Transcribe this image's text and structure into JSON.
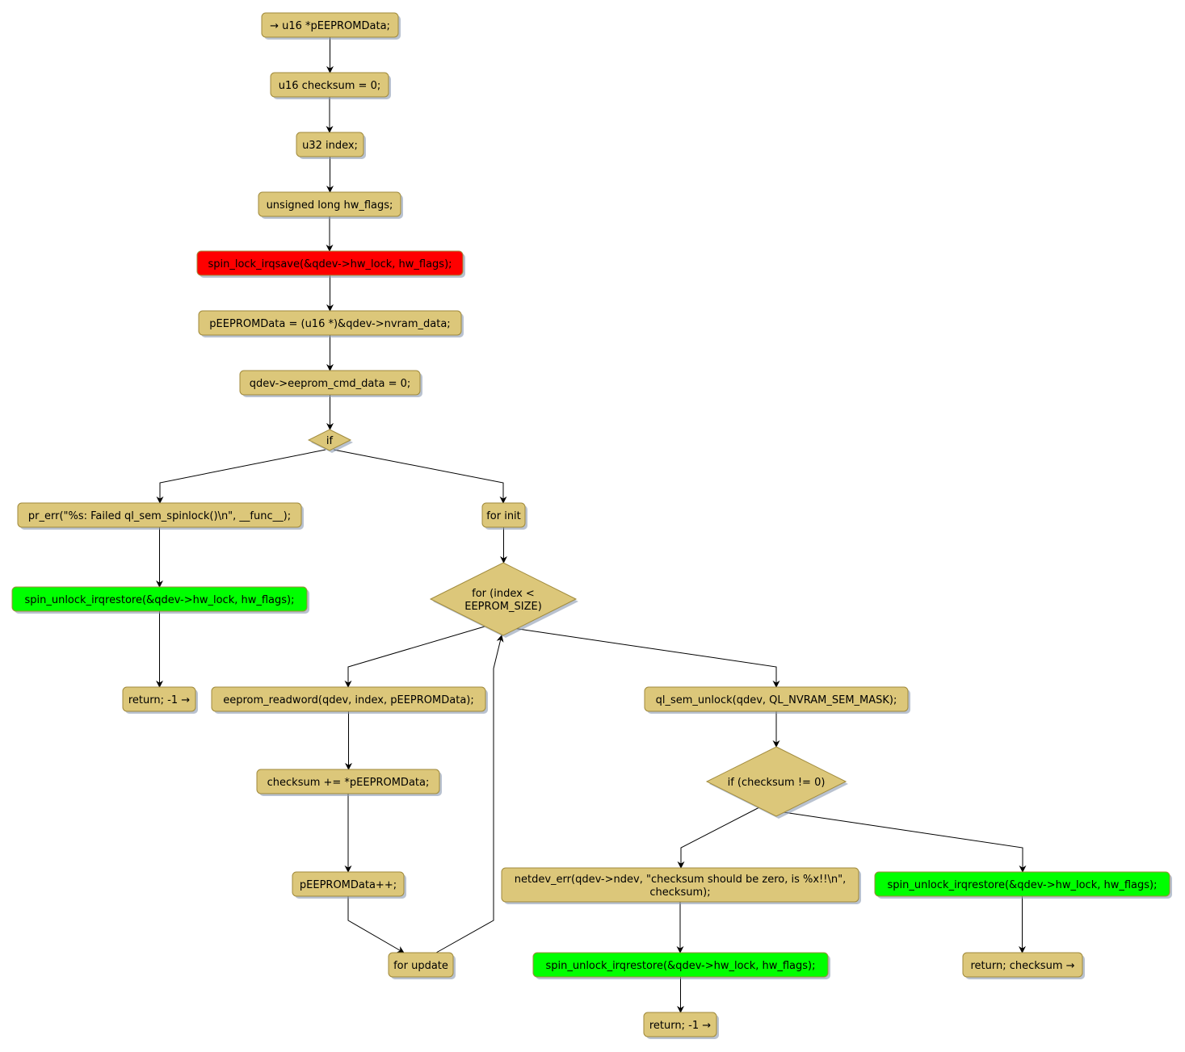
{
  "colors": {
    "default": "#dcc77a",
    "lock": "#ff0000",
    "unlock": "#00ff00"
  },
  "nodes": [
    {
      "id": "n1",
      "kind": "action",
      "text": [
        "→ u16 *pEEPROMData;"
      ]
    },
    {
      "id": "n2",
      "kind": "action",
      "text": [
        "u16 checksum = 0;"
      ]
    },
    {
      "id": "n3",
      "kind": "action",
      "text": [
        "u32 index;"
      ]
    },
    {
      "id": "n4",
      "kind": "action",
      "text": [
        "unsigned long hw_flags;"
      ]
    },
    {
      "id": "n5",
      "kind": "action",
      "color": "lock",
      "text": [
        "spin_lock_irqsave(&qdev->hw_lock, hw_flags);"
      ]
    },
    {
      "id": "n6",
      "kind": "action",
      "text": [
        "pEEPROMData = (u16 *)&qdev->nvram_data;"
      ]
    },
    {
      "id": "n7",
      "kind": "action",
      "text": [
        "qdev->eeprom_cmd_data = 0;"
      ]
    },
    {
      "id": "d1",
      "kind": "decision",
      "text": [
        "if"
      ]
    },
    {
      "id": "n8",
      "kind": "action",
      "text": [
        "pr_err(\"%s: Failed ql_sem_spinlock()\\n\", __func__);"
      ]
    },
    {
      "id": "n9",
      "kind": "action",
      "text": [
        "for init"
      ]
    },
    {
      "id": "n10",
      "kind": "action",
      "color": "unlock",
      "text": [
        "spin_unlock_irqrestore(&qdev->hw_lock, hw_flags);"
      ]
    },
    {
      "id": "d2",
      "kind": "decision",
      "text": [
        "for (index <",
        "EEPROM_SIZE)"
      ]
    },
    {
      "id": "n11",
      "kind": "action",
      "text": [
        "return; -1 →"
      ]
    },
    {
      "id": "n12",
      "kind": "action",
      "text": [
        "eeprom_readword(qdev, index, pEEPROMData);"
      ]
    },
    {
      "id": "n13",
      "kind": "action",
      "text": [
        "ql_sem_unlock(qdev, QL_NVRAM_SEM_MASK);"
      ]
    },
    {
      "id": "n14",
      "kind": "action",
      "text": [
        "checksum += *pEEPROMData;"
      ]
    },
    {
      "id": "d3",
      "kind": "decision",
      "text": [
        "if (checksum != 0)"
      ]
    },
    {
      "id": "n15",
      "kind": "action",
      "text": [
        "pEEPROMData++;"
      ]
    },
    {
      "id": "n16",
      "kind": "action",
      "text": [
        "netdev_err(qdev->ndev, \"checksum should be zero, is %x!!\\n\",",
        "checksum);"
      ]
    },
    {
      "id": "n17",
      "kind": "action",
      "color": "unlock",
      "text": [
        "spin_unlock_irqrestore(&qdev->hw_lock, hw_flags);"
      ]
    },
    {
      "id": "n18",
      "kind": "action",
      "text": [
        "for update"
      ]
    },
    {
      "id": "n19",
      "kind": "action",
      "color": "unlock",
      "text": [
        "spin_unlock_irqrestore(&qdev->hw_lock, hw_flags);"
      ]
    },
    {
      "id": "n20",
      "kind": "action",
      "text": [
        "return; checksum →"
      ]
    },
    {
      "id": "n21",
      "kind": "action",
      "text": [
        "return; -1 →"
      ]
    }
  ],
  "edges": [
    [
      "n1",
      "n2"
    ],
    [
      "n2",
      "n3"
    ],
    [
      "n3",
      "n4"
    ],
    [
      "n4",
      "n5"
    ],
    [
      "n5",
      "n6"
    ],
    [
      "n6",
      "n7"
    ],
    [
      "n7",
      "d1"
    ],
    [
      "d1",
      "n8"
    ],
    [
      "d1",
      "n9"
    ],
    [
      "n8",
      "n10"
    ],
    [
      "n10",
      "n11"
    ],
    [
      "n9",
      "d2"
    ],
    [
      "d2",
      "n12"
    ],
    [
      "d2",
      "n13"
    ],
    [
      "n12",
      "n14"
    ],
    [
      "n14",
      "n15"
    ],
    [
      "n15",
      "n18"
    ],
    [
      "n18",
      "d2"
    ],
    [
      "n13",
      "d3"
    ],
    [
      "d3",
      "n16"
    ],
    [
      "d3",
      "n17"
    ],
    [
      "n16",
      "n19"
    ],
    [
      "n19",
      "n21"
    ],
    [
      "n17",
      "n20"
    ]
  ]
}
